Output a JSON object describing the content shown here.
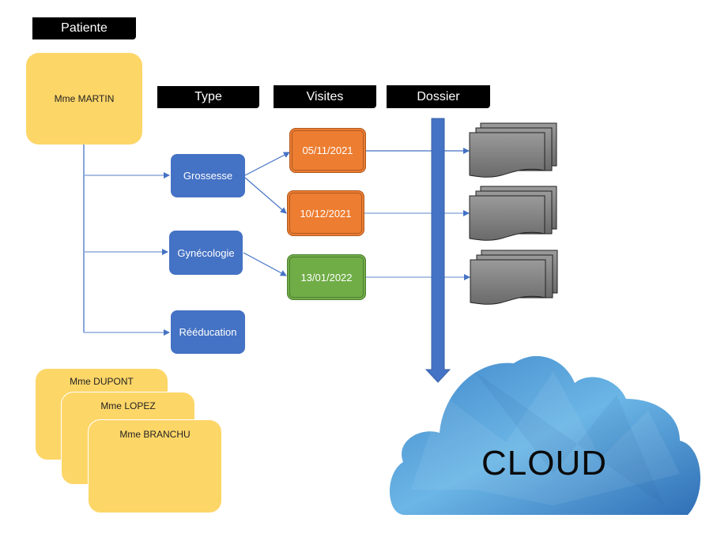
{
  "headers": {
    "patiente": "Patiente",
    "type": "Type",
    "visites": "Visites",
    "dossier": "Dossier"
  },
  "main_patient": {
    "name": "Mme MARTIN"
  },
  "types": [
    {
      "label": "Grossesse"
    },
    {
      "label": "Gynécologie"
    },
    {
      "label": "Rééducation"
    }
  ],
  "visits": [
    {
      "date": "05/11/2021",
      "type": "Grossesse",
      "color": "#ed7d31"
    },
    {
      "date": "10/12/2021",
      "type": "Grossesse",
      "color": "#ed7d31"
    },
    {
      "date": "13/01/2022",
      "type": "Gynécologie",
      "color": "#70ad47"
    }
  ],
  "other_patients": [
    {
      "name": "Mme DUPONT"
    },
    {
      "name": "Mme LOPEZ"
    },
    {
      "name": "Mme BRANCHU"
    }
  ],
  "cloud": {
    "label": "CLOUD"
  },
  "colors": {
    "patient": "#fdd668",
    "type": "#4472c4",
    "arrow": "#4472c4",
    "document": "#808080"
  }
}
